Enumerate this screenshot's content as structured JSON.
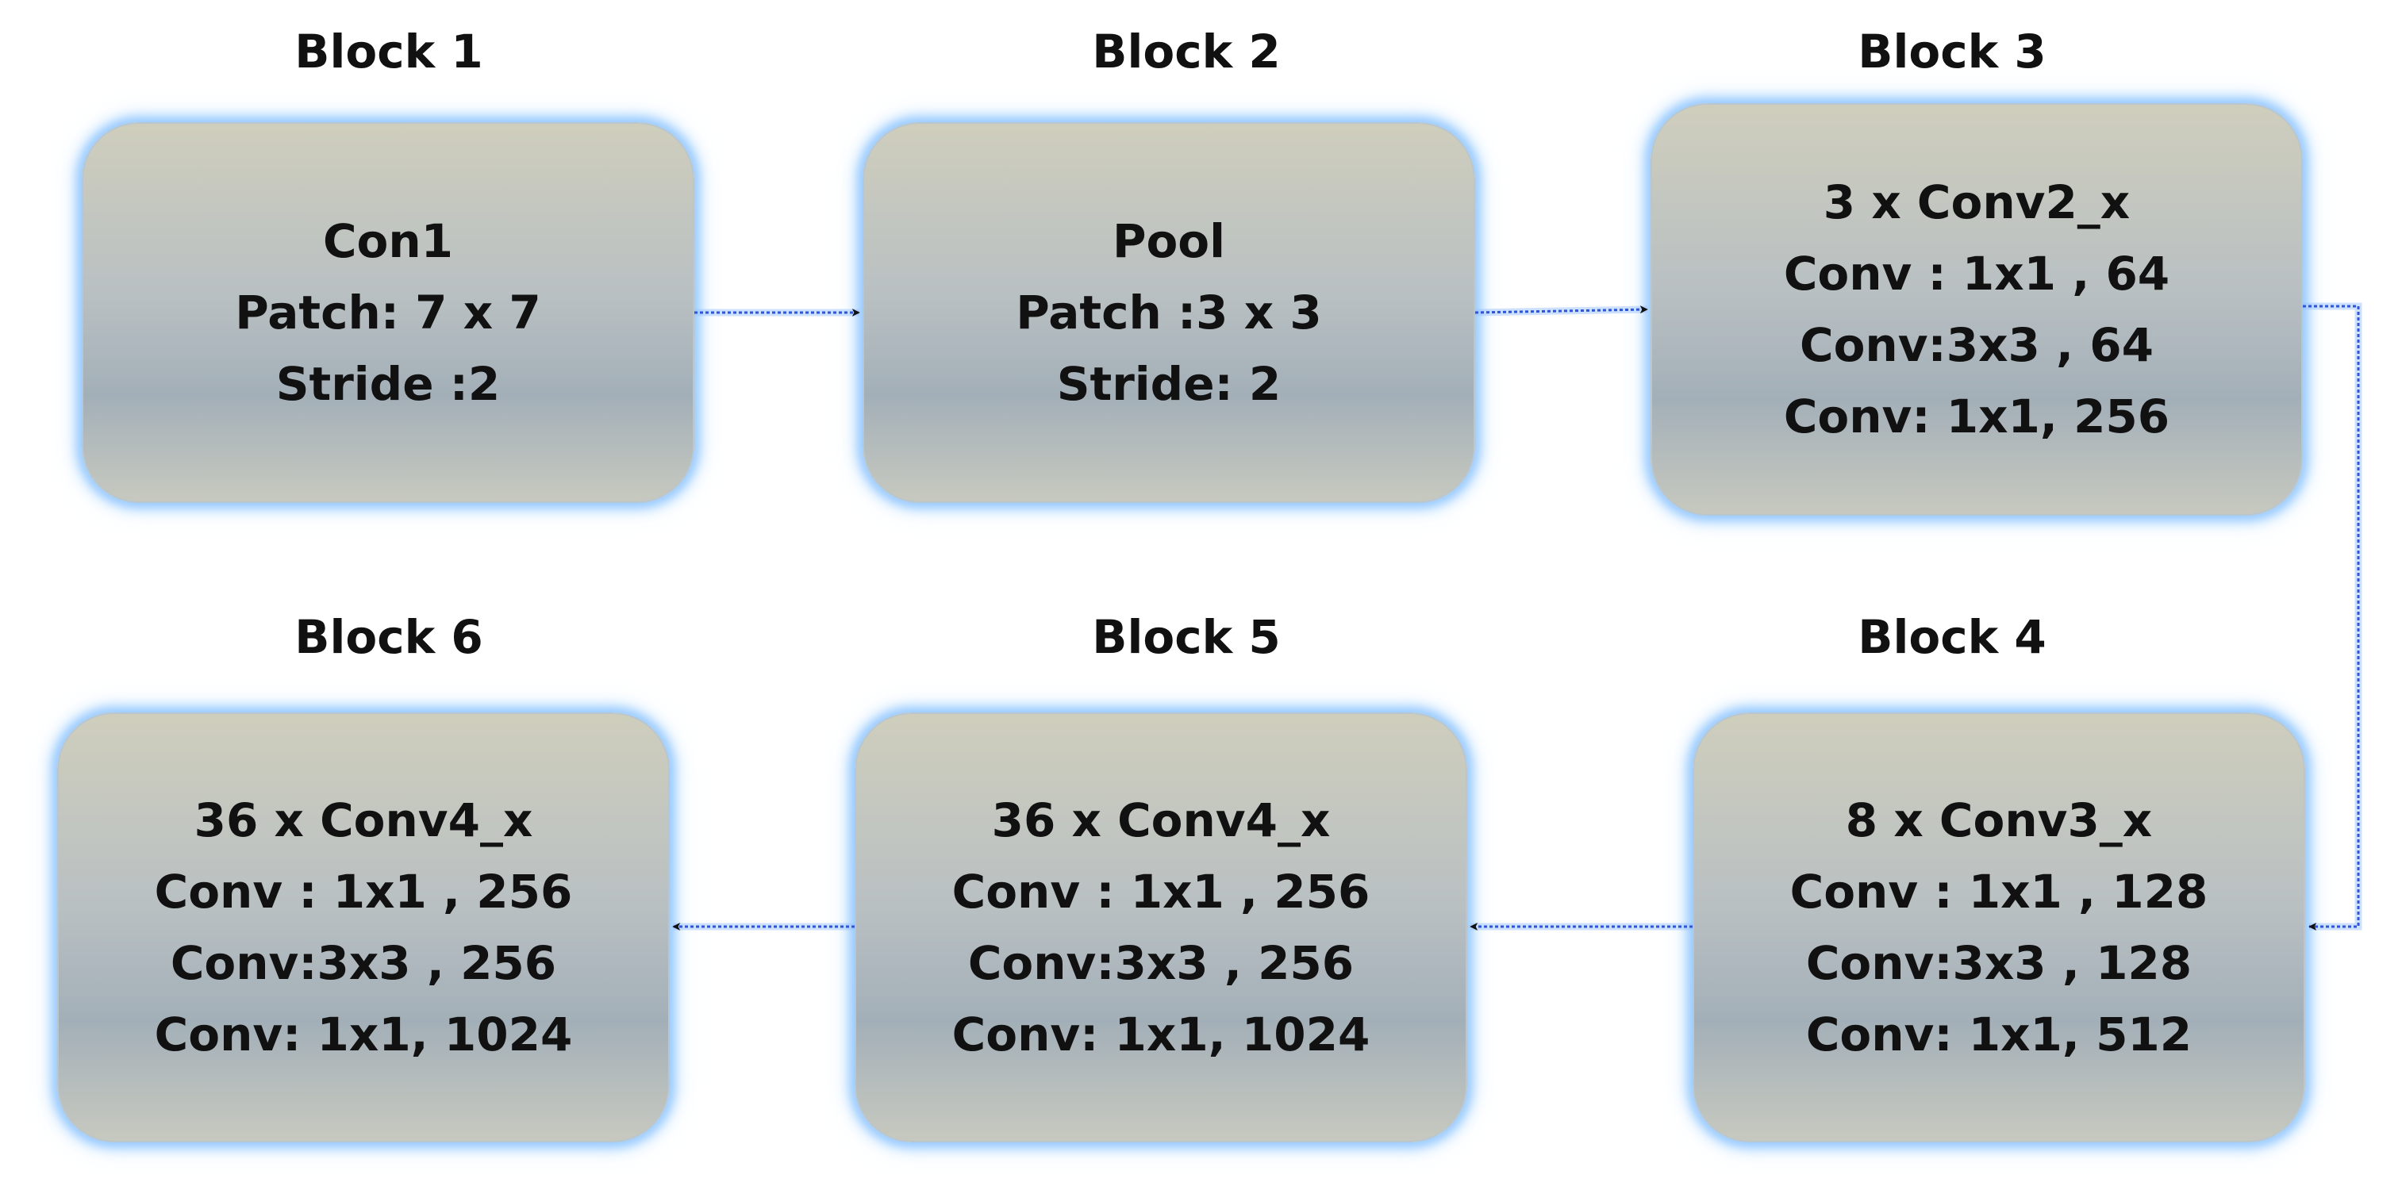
{
  "blocks": [
    {
      "title": "Block 1",
      "lines": [
        "Con1",
        "Patch: 7 x 7",
        "Stride :2"
      ]
    },
    {
      "title": "Block 2",
      "lines": [
        "Pool",
        "Patch :3 x 3",
        "Stride: 2"
      ]
    },
    {
      "title": "Block 3",
      "lines": [
        "3 x Conv2_x",
        "Conv : 1x1 , 64",
        "Conv:3x3 , 64",
        "Conv: 1x1, 256"
      ]
    },
    {
      "title": "Block 4",
      "lines": [
        "8 x Conv3_x",
        "Conv : 1x1 , 128",
        "Conv:3x3 , 128",
        "Conv: 1x1, 512"
      ]
    },
    {
      "title": "Block 5",
      "lines": [
        "36 x Conv4_x",
        "Conv : 1x1 , 256",
        "Conv:3x3 , 256",
        "Conv: 1x1, 1024"
      ]
    },
    {
      "title": "Block 6",
      "lines": [
        "36 x Conv4_x",
        "Conv : 1x1 , 256",
        "Conv:3x3 , 256",
        "Conv: 1x1, 1024"
      ]
    }
  ],
  "connections": [
    {
      "from": "Block 1",
      "to": "Block 2"
    },
    {
      "from": "Block 2",
      "to": "Block 3"
    },
    {
      "from": "Block 3",
      "to": "Block 4"
    },
    {
      "from": "Block 4",
      "to": "Block 5"
    },
    {
      "from": "Block 5",
      "to": "Block 6"
    }
  ],
  "colors": {
    "connector": "#2f55d8",
    "text": "#111111",
    "glow": "#96c8ff"
  }
}
